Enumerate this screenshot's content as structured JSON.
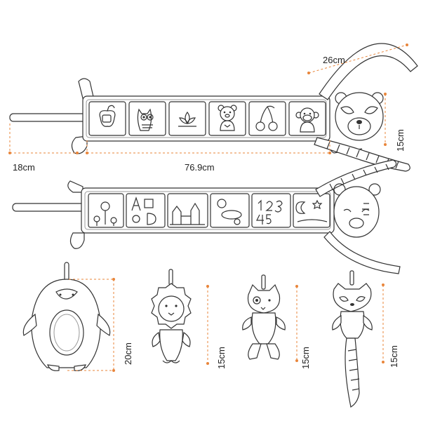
{
  "dimensions": {
    "width_26": "26cm",
    "height_15_top": "15cm",
    "strap_18": "18cm",
    "length_76": "76.9cm",
    "penguin_20": "20cm",
    "lion_15": "15cm",
    "cat_15": "15cm",
    "raccoon_15": "15cm"
  },
  "icons": {
    "front_panels": [
      "apple-icon",
      "owl-icon",
      "lotus-icon",
      "bear-icon",
      "cherry-icon",
      "monkey-icon"
    ],
    "back_panels": [
      "flowers-icon",
      "letters-icon",
      "castle-icon",
      "space-icon",
      "numbers-icon",
      "night-sky-icon"
    ],
    "toys": [
      "penguin-mirror-icon",
      "lion-toy-icon",
      "cat-toy-icon",
      "raccoon-toy-icon"
    ]
  },
  "colors": {
    "accent": "#e9853a",
    "line": "#333333"
  }
}
